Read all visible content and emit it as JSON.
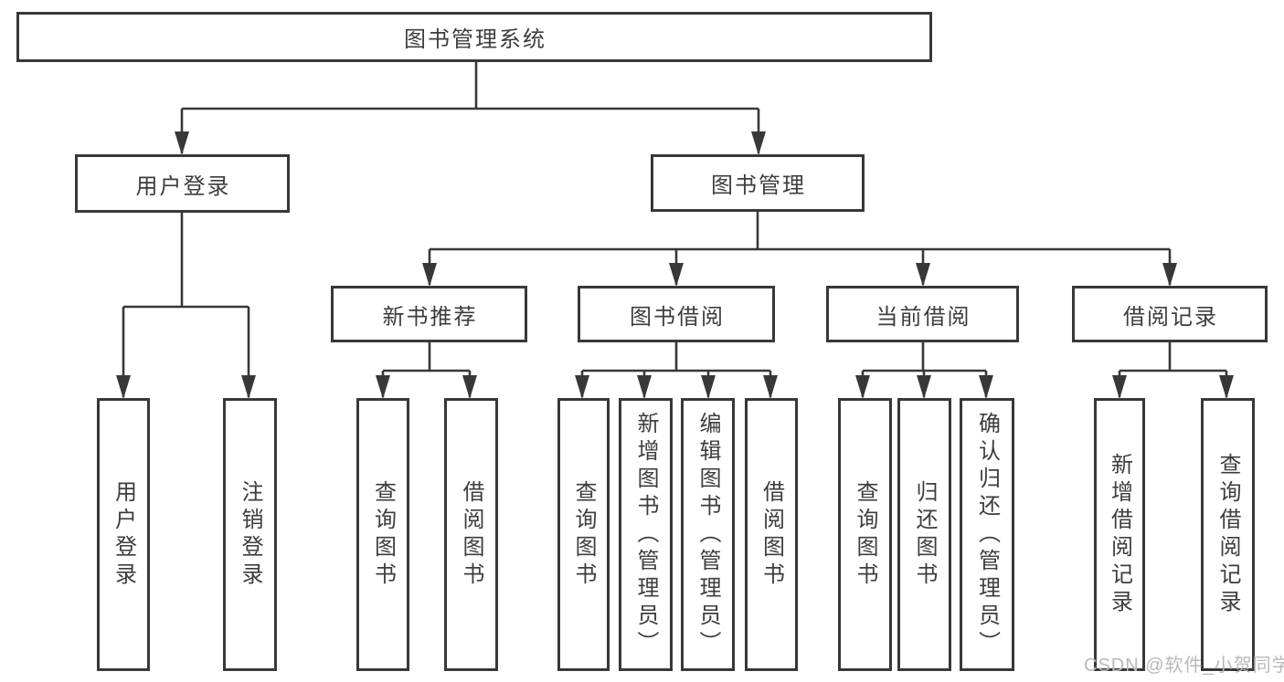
{
  "diagram": {
    "title": "图书管理系统",
    "root": {
      "label": "图书管理系统"
    },
    "branches": [
      {
        "label": "用户登录",
        "children": [
          {
            "label": "用户登录"
          },
          {
            "label": "注销登录"
          }
        ]
      },
      {
        "label": "图书管理",
        "children": [
          {
            "label": "新书推荐",
            "children": [
              {
                "label": "查询图书"
              },
              {
                "label": "借阅图书"
              }
            ]
          },
          {
            "label": "图书借阅",
            "children": [
              {
                "label": "查询图书"
              },
              {
                "label": "新增图书（管理员）"
              },
              {
                "label": "编辑图书（管理员）"
              },
              {
                "label": "借阅图书"
              }
            ]
          },
          {
            "label": "当前借阅",
            "children": [
              {
                "label": "查询图书"
              },
              {
                "label": "归还图书"
              },
              {
                "label": "确认归还（管理员）"
              }
            ]
          },
          {
            "label": "借阅记录",
            "children": [
              {
                "label": "新增借阅记录"
              },
              {
                "label": "查询借阅记录"
              }
            ]
          }
        ]
      }
    ]
  },
  "watermark": {
    "text": "CSDN @软件_小贺同学"
  },
  "colors": {
    "line": "#383838",
    "box_border": "#383838",
    "text": "#3d3d3d",
    "background": "#ffffff",
    "watermark": "#b9b9b9"
  }
}
